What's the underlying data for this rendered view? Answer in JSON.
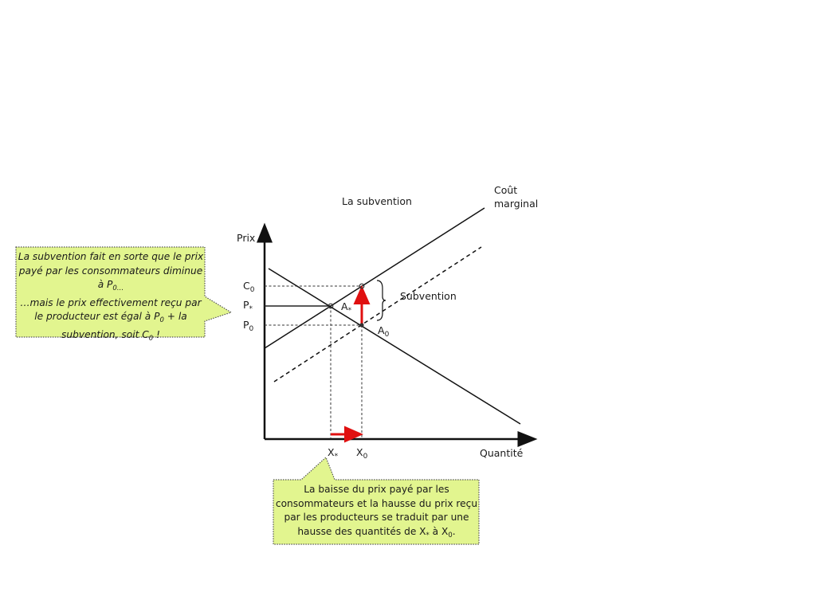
{
  "slide": {
    "title": "La subvention"
  },
  "axes": {
    "y_label": "Prix",
    "x_label": "Quantité"
  },
  "curves": {
    "supply_label_line1": "Coût",
    "supply_label_line2": "marginal",
    "subsidy_label": "Subvention"
  },
  "price_labels": {
    "c0": "C",
    "c0_sub": "0",
    "pstar": "P",
    "pstar_sub": "*",
    "p0": "P",
    "p0_sub": "0"
  },
  "points": {
    "astar": "A",
    "astar_sub": "*",
    "a0": "A",
    "a0_sub": "0"
  },
  "quantity_labels": {
    "xstar": "X",
    "xstar_sub": "*",
    "x0": "X",
    "x0_sub": "0"
  },
  "callouts": {
    "left": {
      "l1": "La subvention fait en sorte que le prix",
      "l2": "payé par les consommateurs diminue",
      "l3a": "à P",
      "l3sub": "0…",
      "l4": "…mais le prix effectivement reçu par",
      "l5a": "le producteur est égal à P",
      "l5sub": "0",
      "l5b": " + la",
      "l6a": "subvention, soit C",
      "l6sub": "0",
      "l6b": " !"
    },
    "bottom": {
      "l1": "La baisse du prix payé par les",
      "l2": "consommateurs et la hausse du prix reçu",
      "l3": "par les producteurs se traduit par une",
      "l4a": "hausse des quantités de X",
      "l4sub1": "*",
      "l4b": " à X",
      "l4sub2": "0",
      "l4c": "."
    }
  },
  "colors": {
    "callout_fill": "#e2f58f",
    "callout_border": "#555555",
    "arrow_red": "#e01010",
    "line": "#111111"
  }
}
